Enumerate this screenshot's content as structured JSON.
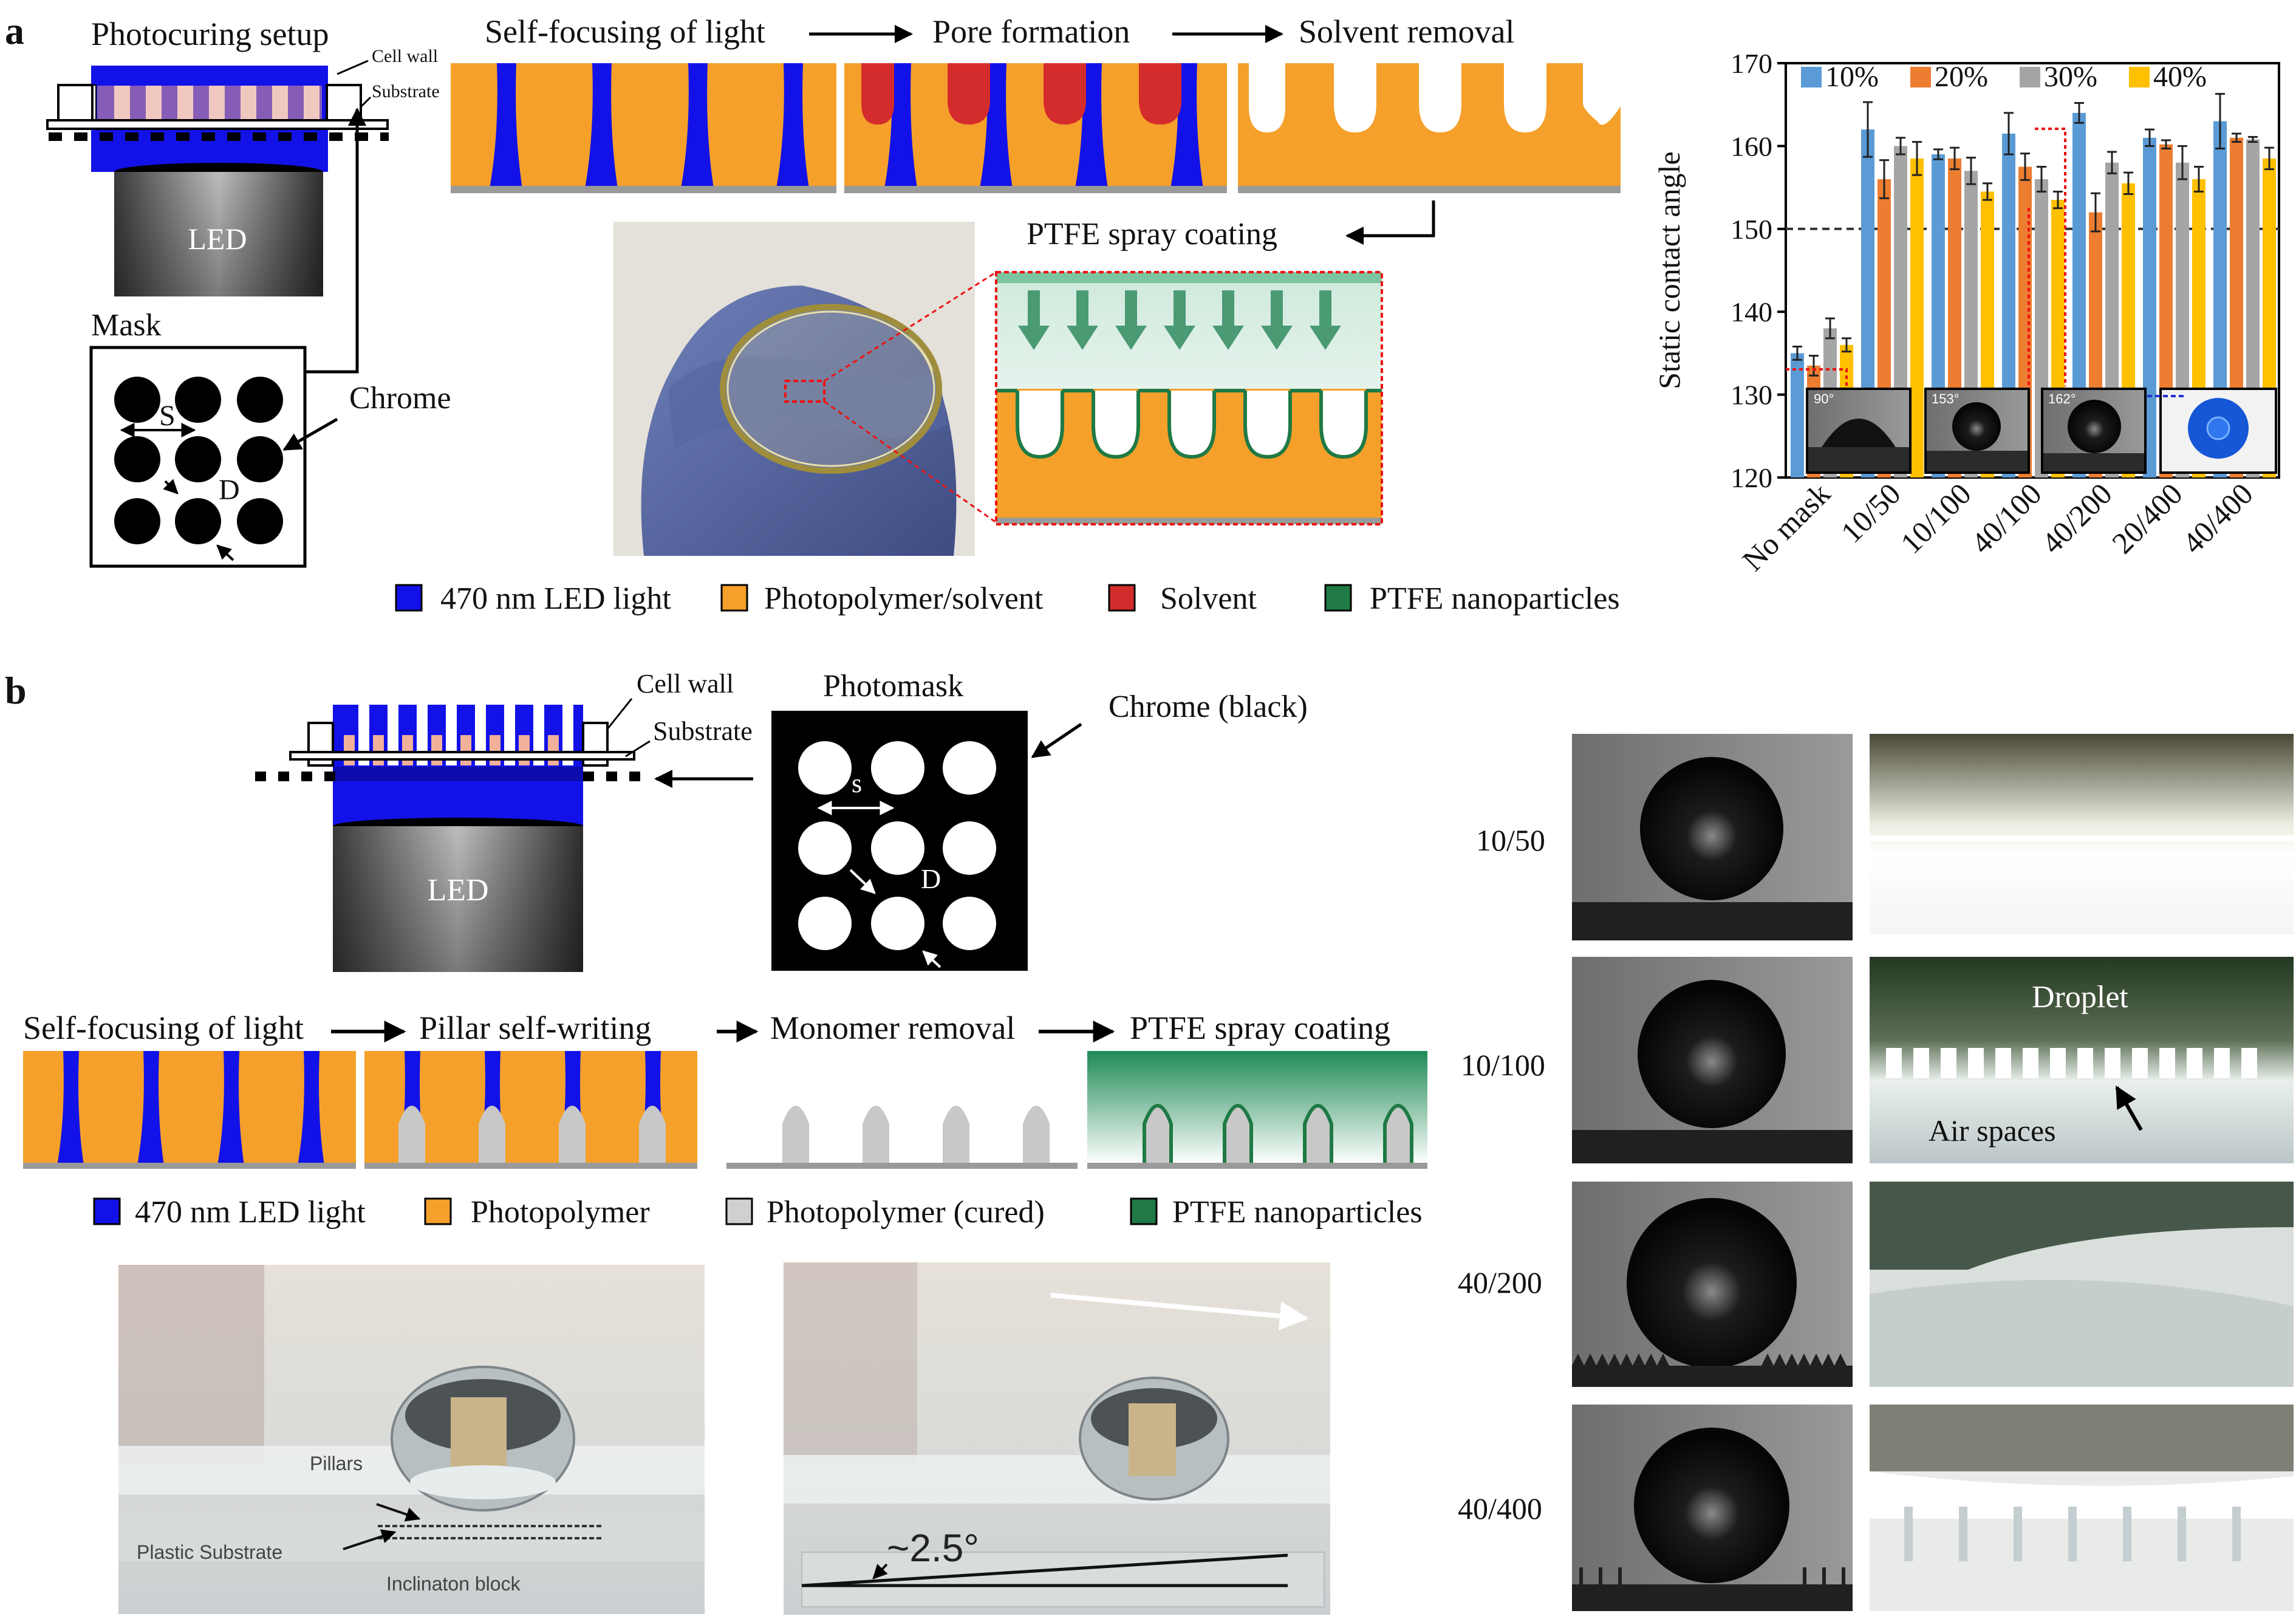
{
  "panel_a": {
    "letter": "a",
    "setup": {
      "title": "Photocuring setup",
      "cell_wall": "Cell wall",
      "substrate": "Substrate",
      "led": "LED",
      "mask": "Mask",
      "chrome": "Chrome",
      "s": "S",
      "d": "D"
    },
    "steps": [
      "Self-focusing of light",
      "Pore formation",
      "Solvent removal"
    ],
    "ptfe_step": "PTFE spray coating",
    "legend": [
      "470 nm LED light",
      "Photopolymer/solvent",
      "Solvent",
      "PTFE nanoparticles"
    ],
    "inset_angles": [
      "90°",
      "153°",
      "162°"
    ]
  },
  "panel_b": {
    "letter": "b",
    "setup": {
      "cell_wall": "Cell wall",
      "substrate": "Substrate",
      "led": "LED",
      "photomask": "Photomask",
      "chrome": "Chrome (black)",
      "s": "s",
      "d": "D"
    },
    "steps": [
      "Self-focusing of light",
      "Pillar self-writing",
      "Monomer removal",
      "PTFE spray coating"
    ],
    "legend": [
      "470 nm LED light",
      "Photopolymer",
      "Photopolymer (cured)",
      "PTFE nanoparticles"
    ],
    "photo_labels": {
      "pillars": "Pillars",
      "plastic_substrate": "Plastic Substrate",
      "block": "Inclinaton block",
      "angle": "~2.5°"
    },
    "rows": [
      "10/50",
      "10/100",
      "40/200",
      "40/400"
    ],
    "droplet": "Droplet",
    "air_spaces": "Air spaces"
  },
  "colors": {
    "blue": "#1212e8",
    "orange": "#f5a02a",
    "red": "#d42c2c",
    "green": "#1f7a45",
    "gray": "#c8c8c8"
  },
  "chart_data": {
    "type": "bar",
    "ylabel": "Static contact angle",
    "ylim": [
      120,
      170
    ],
    "yticks": [
      120,
      130,
      140,
      150,
      160,
      170
    ],
    "reference_line": 150,
    "categories": [
      "No mask",
      "10/50",
      "10/100",
      "40/100",
      "40/200",
      "20/400",
      "40/400"
    ],
    "colors": [
      "#5b9bd5",
      "#ed7d31",
      "#a5a5a5",
      "#ffc000"
    ],
    "series": [
      {
        "name": "10%",
        "values": [
          135,
          162,
          159,
          161.5,
          164,
          161,
          163
        ],
        "errors": [
          0.8,
          3.3,
          0.6,
          2.5,
          1.2,
          1.0,
          3.3
        ]
      },
      {
        "name": "20%",
        "values": [
          133.5,
          156,
          158.5,
          157.5,
          152,
          160.2,
          161
        ],
        "errors": [
          1.2,
          2.3,
          1.3,
          1.6,
          2.3,
          0.5,
          0.5
        ]
      },
      {
        "name": "30%",
        "values": [
          138,
          160,
          157,
          156,
          158,
          158,
          160.8
        ],
        "errors": [
          1.2,
          1.0,
          1.6,
          1.5,
          1.3,
          2.0,
          0.3
        ]
      },
      {
        "name": "40%",
        "values": [
          136,
          158.5,
          154.5,
          153.5,
          155.5,
          156,
          158.5
        ],
        "errors": [
          0.8,
          2.0,
          1.0,
          1.0,
          1.3,
          1.5,
          1.3
        ]
      }
    ]
  }
}
